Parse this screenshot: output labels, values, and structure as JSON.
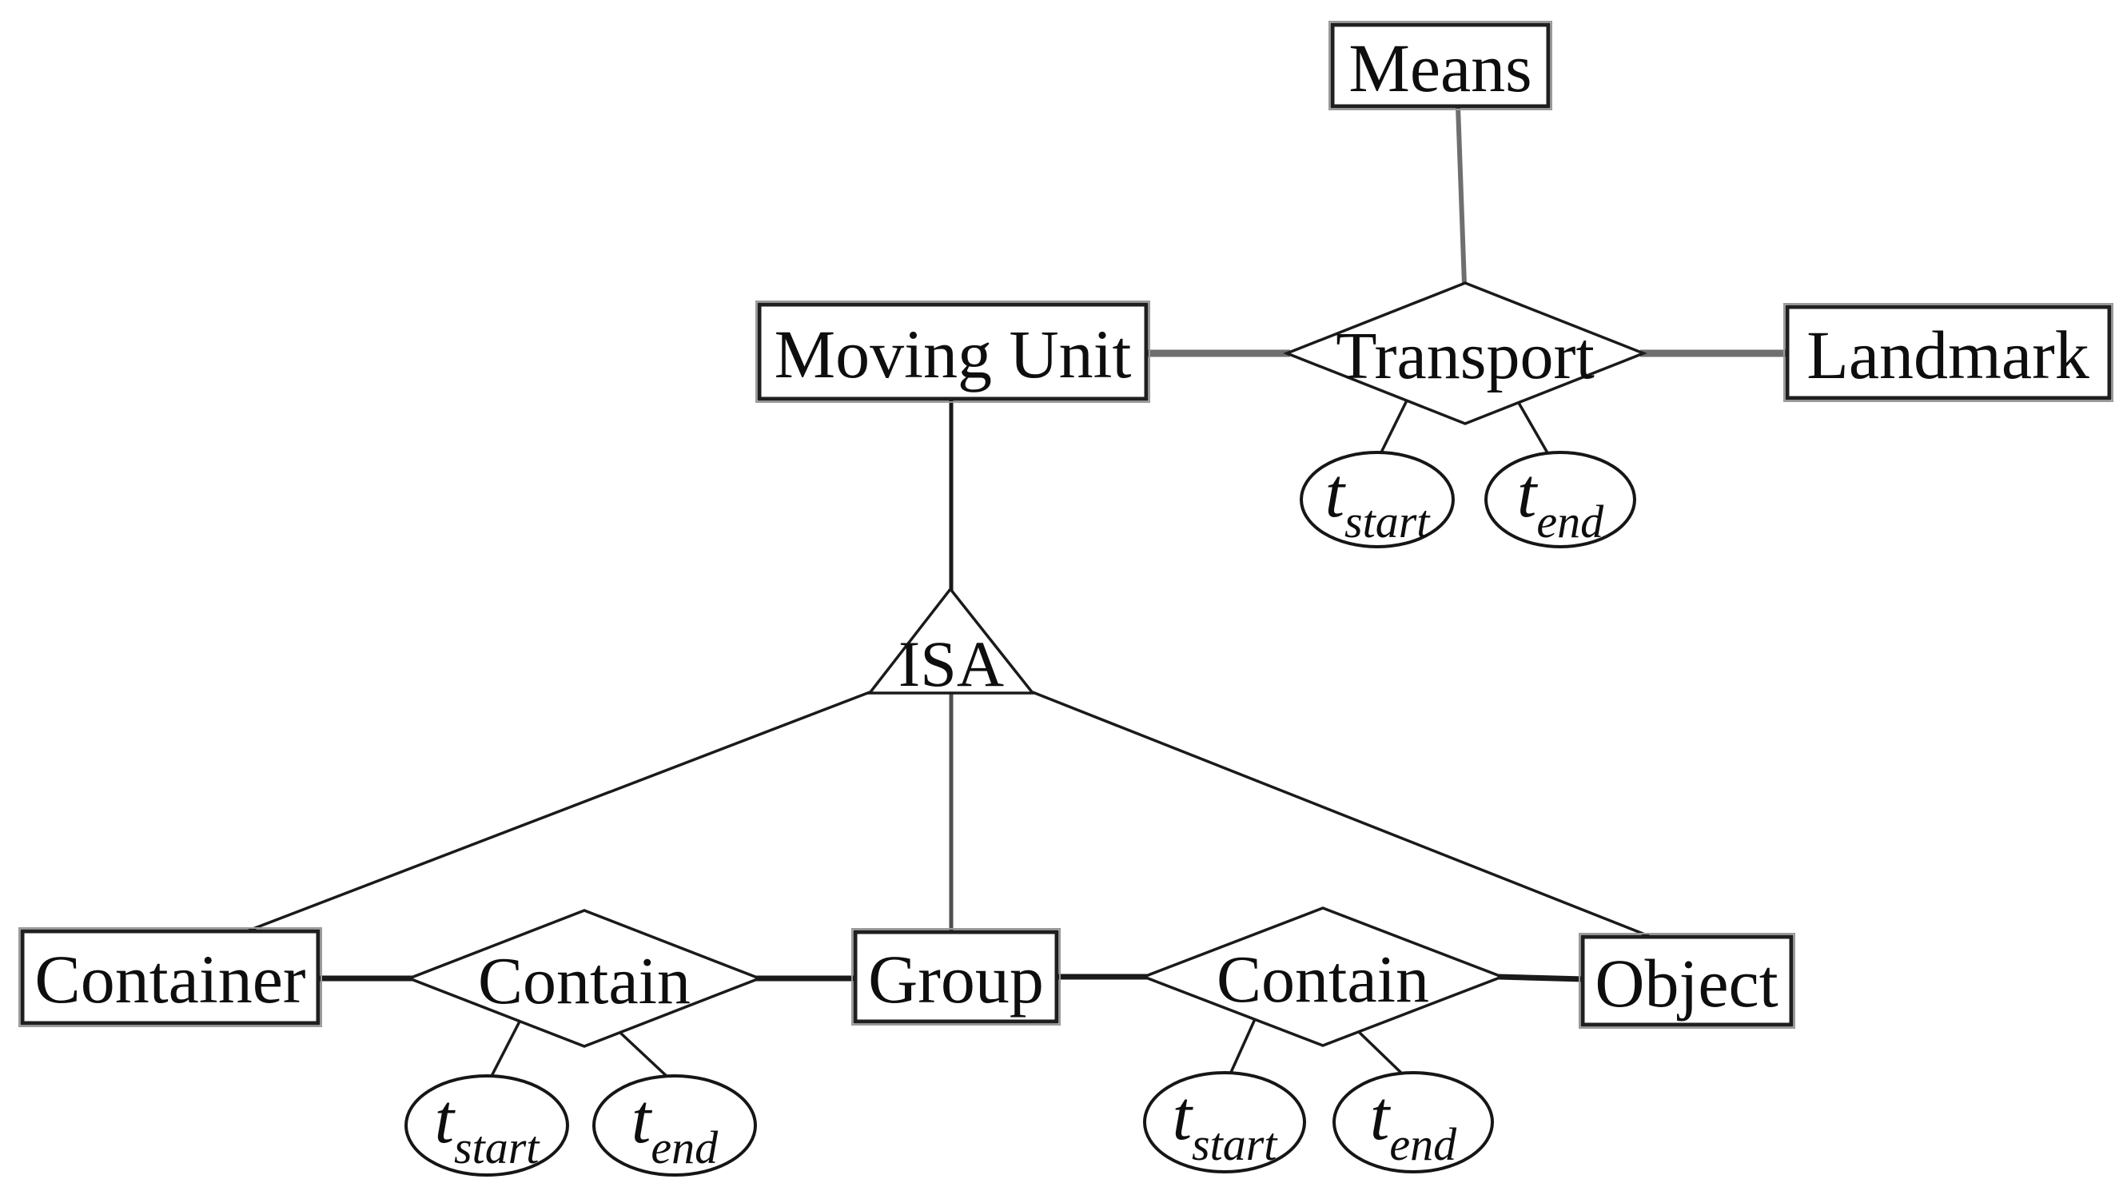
{
  "diagram": {
    "type": "entity-relationship-diagram",
    "entities": {
      "means": {
        "label": "Means"
      },
      "moving_unit": {
        "label": "Moving Unit"
      },
      "landmark": {
        "label": "Landmark"
      },
      "container": {
        "label": "Container"
      },
      "group": {
        "label": "Group"
      },
      "object": {
        "label": "Object"
      }
    },
    "relationships": {
      "transport": {
        "label": "Transport"
      },
      "contain_left": {
        "label": "Contain"
      },
      "contain_right": {
        "label": "Contain"
      }
    },
    "specialization": {
      "label": "ISA"
    },
    "attributes": {
      "transport_t_start": {
        "base": "t",
        "sub": "start"
      },
      "transport_t_end": {
        "base": "t",
        "sub": "end"
      },
      "contain_left_t_start": {
        "base": "t",
        "sub": "start"
      },
      "contain_left_t_end": {
        "base": "t",
        "sub": "end"
      },
      "contain_right_t_start": {
        "base": "t",
        "sub": "start"
      },
      "contain_right_t_end": {
        "base": "t",
        "sub": "end"
      }
    },
    "colors": {
      "background": "#ffffff",
      "shape_stroke": "#1a1a1a",
      "connector_gray": "#6f6f6f",
      "text": "#0e0e0e"
    }
  }
}
